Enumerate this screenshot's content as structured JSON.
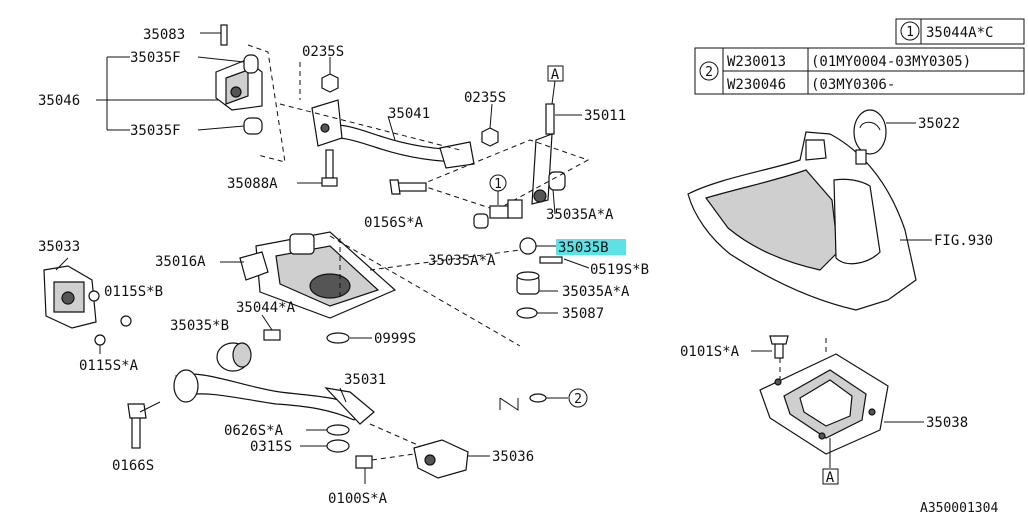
{
  "legend": {
    "row1": {
      "marker": "1",
      "part": "35044A*C"
    },
    "row2": {
      "marker": "2",
      "rows": [
        {
          "code": "W230013",
          "range": "(01MY0004-03MY0305)"
        },
        {
          "code": "W230046",
          "range": "(03MY0306-"
        }
      ]
    }
  },
  "labels": {
    "p35083": "35083",
    "p35035F_a": "35035F",
    "p35046": "35046",
    "p35035F_b": "35035F",
    "p0235S_a": "0235S",
    "p35041": "35041",
    "p0235S_b": "0235S",
    "pA_top": "A",
    "p35011": "35011",
    "p35088A": "35088A",
    "p0156S": "0156S*A",
    "c1": "1",
    "p35035A_a": "35035A*A",
    "p35035A_b": "35035A*A",
    "p35035B": "35035B",
    "p0519S": "0519S*B",
    "p35035A_c": "35035A*A",
    "p35087": "35087",
    "p35033": "35033",
    "p35016A": "35016A",
    "p0115S_B": "0115S*B",
    "p35044A": "35044*A",
    "p35035B_2": "35035*B",
    "p0999S": "0999S",
    "p0115S_A": "0115S*A",
    "p35031": "35031",
    "p0626S": "0626S*A",
    "p0315S": "0315S",
    "p0166S": "0166S",
    "p35036": "35036",
    "p0100S": "0100S*A",
    "c2": "2",
    "p35022": "35022",
    "fig930": "FIG.930",
    "p0101S": "0101S*A",
    "p35038": "35038",
    "pA_bottom": "A",
    "drawing_id": "A350001304"
  },
  "highlight_color": "#5ce1e6"
}
